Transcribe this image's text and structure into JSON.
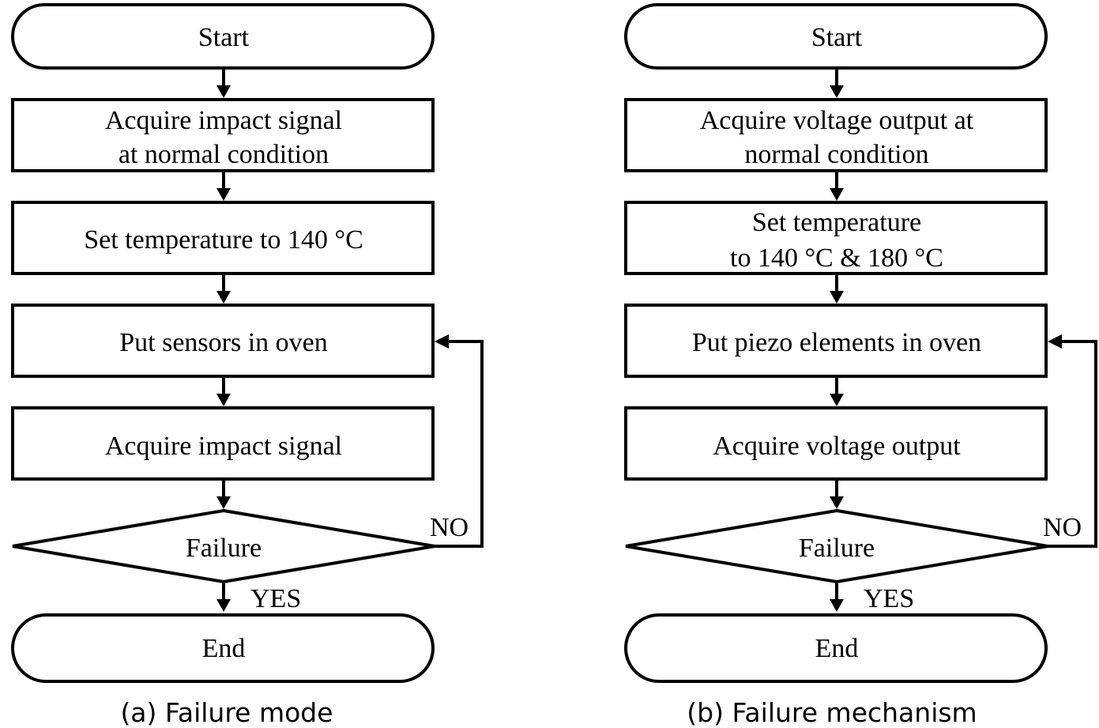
{
  "panels": [
    {
      "start": "Start",
      "step1": [
        "Acquire impact signal",
        "at normal condition"
      ],
      "step2": [
        "Set temperature to 140 °C"
      ],
      "step3": [
        "Put sensors in oven"
      ],
      "step4": [
        "Acquire impact signal"
      ],
      "decision": "Failure",
      "no_label": "NO",
      "yes_label": "YES",
      "end": "End",
      "caption": "(a) Failure mode"
    },
    {
      "start": "Start",
      "step1": [
        "Acquire voltage output at",
        "normal condition"
      ],
      "step2": [
        "Set temperature",
        "to 140 °C & 180 °C"
      ],
      "step3": [
        "Put piezo elements in oven"
      ],
      "step4": [
        "Acquire voltage output"
      ],
      "decision": "Failure",
      "no_label": "NO",
      "yes_label": "YES",
      "end": "End",
      "caption": "(b) Failure mechanism"
    }
  ]
}
